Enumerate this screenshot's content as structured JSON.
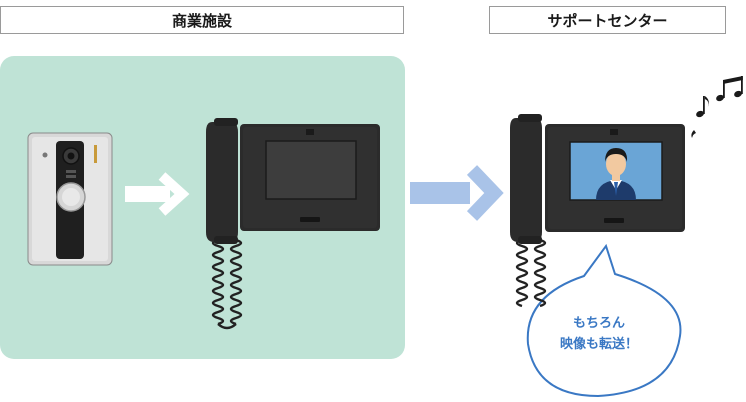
{
  "labels": {
    "facility": "商業施設",
    "support_center": "サポートセンター"
  },
  "speech_bubble": {
    "line1": "もちろん",
    "line2": "映像も転送！"
  },
  "colors": {
    "panel_bg": "#bfe3d6",
    "arrow_white": "#ffffff",
    "arrow_blue": "#a9c3e8",
    "device_dark": "#2b2b2b",
    "screen_off": "#3a3a3a",
    "screen_on": "#6aa5d6",
    "bubble_text": "#3a78c4"
  },
  "icons": [
    "intercom-door-station-icon",
    "monitor-handset-icon",
    "music-note-icon",
    "person-avatar-icon"
  ]
}
